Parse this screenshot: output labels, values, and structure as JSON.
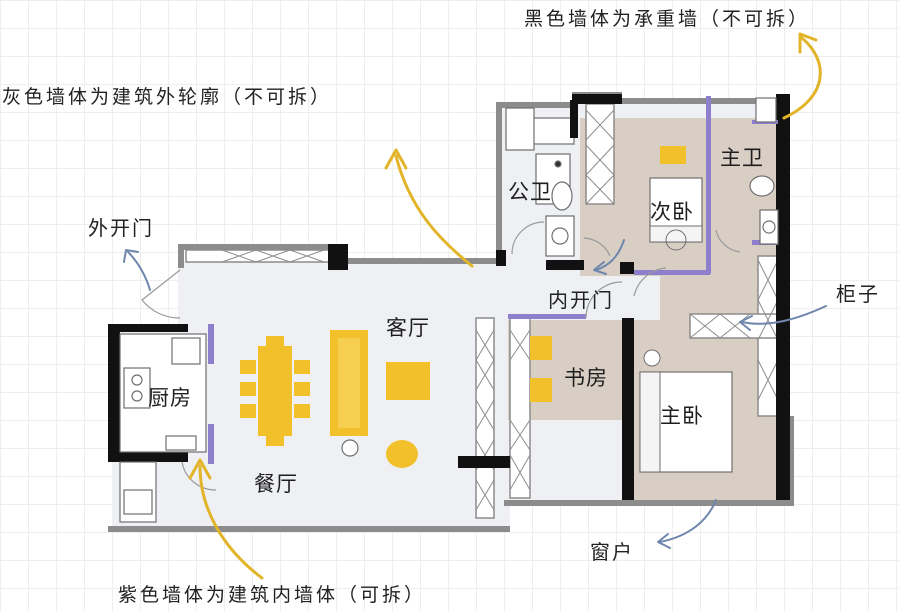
{
  "notes": {
    "load_bearing": "黑色墙体为承重墙（不可拆）",
    "outline": "灰色墙体为建筑外轮廓（不可拆）",
    "inner_wall": "紫色墙体为建筑内墙体（可拆）"
  },
  "callouts": {
    "outward_door": "外开门",
    "inward_door": "内开门",
    "cabinet": "柜子",
    "window": "窗户"
  },
  "rooms": {
    "living": "客厅",
    "dining": "餐厅",
    "kitchen": "厨房",
    "public_bath": "公卫",
    "master_bath": "主卫",
    "second_bed": "次卧",
    "study": "书房",
    "master_bed": "主卧"
  },
  "colors": {
    "load_bearing_wall": "#111111",
    "outline_wall": "#8c8c8c",
    "inner_wall": "#8e7fcc",
    "bedroom_floor": "#d8cec4",
    "common_floor": "#eef0f4",
    "furniture": "#f2c02a",
    "arrow_yellow": "#e2b429",
    "arrow_blue": "#6f86ad"
  }
}
